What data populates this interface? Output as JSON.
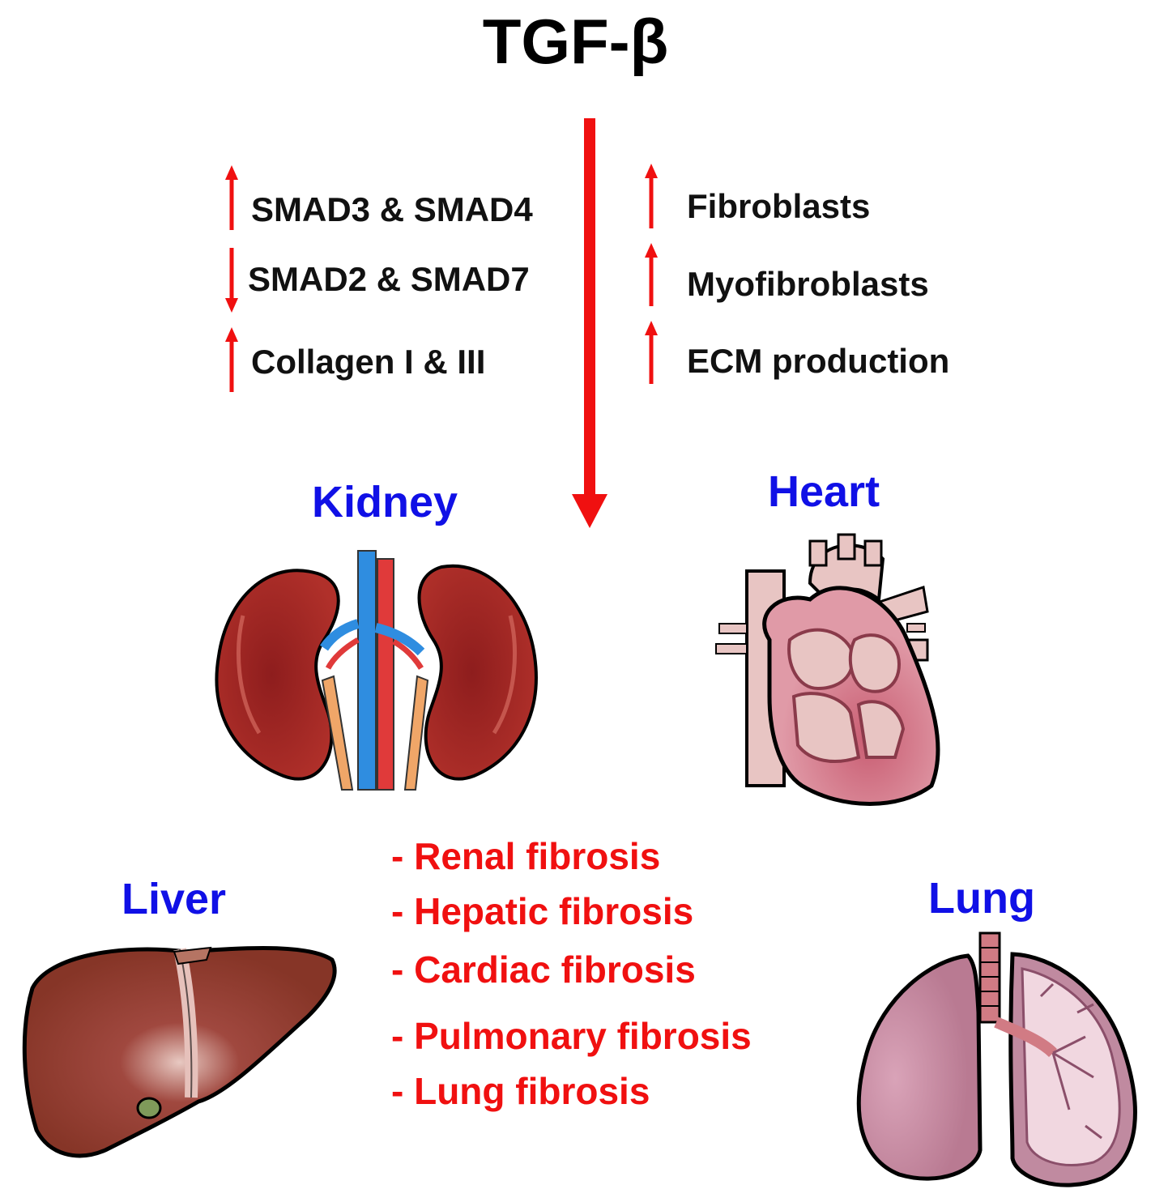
{
  "title": "TGF-β",
  "colors": {
    "increase_arrow": "#f01010",
    "decrease_arrow": "#f01010",
    "main_arrow": "#f01010",
    "organ_label": "#1010e6",
    "disease_text": "#f01010"
  },
  "effects_left": [
    {
      "label": "SMAD3 & SMAD4",
      "direction": "up"
    },
    {
      "label": "SMAD2 & SMAD7",
      "direction": "down"
    },
    {
      "label": "Collagen I & III",
      "direction": "up"
    }
  ],
  "effects_right": [
    {
      "label": "Fibroblasts",
      "direction": "up"
    },
    {
      "label": "Myofibroblasts",
      "direction": "up"
    },
    {
      "label": "ECM production",
      "direction": "up"
    }
  ],
  "organs": {
    "kidney": {
      "label": "Kidney",
      "icon": "kidney-illustration"
    },
    "heart": {
      "label": "Heart",
      "icon": "heart-illustration"
    },
    "liver": {
      "label": "Liver",
      "icon": "liver-illustration"
    },
    "lung": {
      "label": "Lung",
      "icon": "lung-illustration"
    }
  },
  "diseases": [
    "- Renal fibrosis",
    "- Hepatic fibrosis",
    "- Cardiac fibrosis",
    "- Pulmonary fibrosis",
    "- Lung fibrosis"
  ]
}
